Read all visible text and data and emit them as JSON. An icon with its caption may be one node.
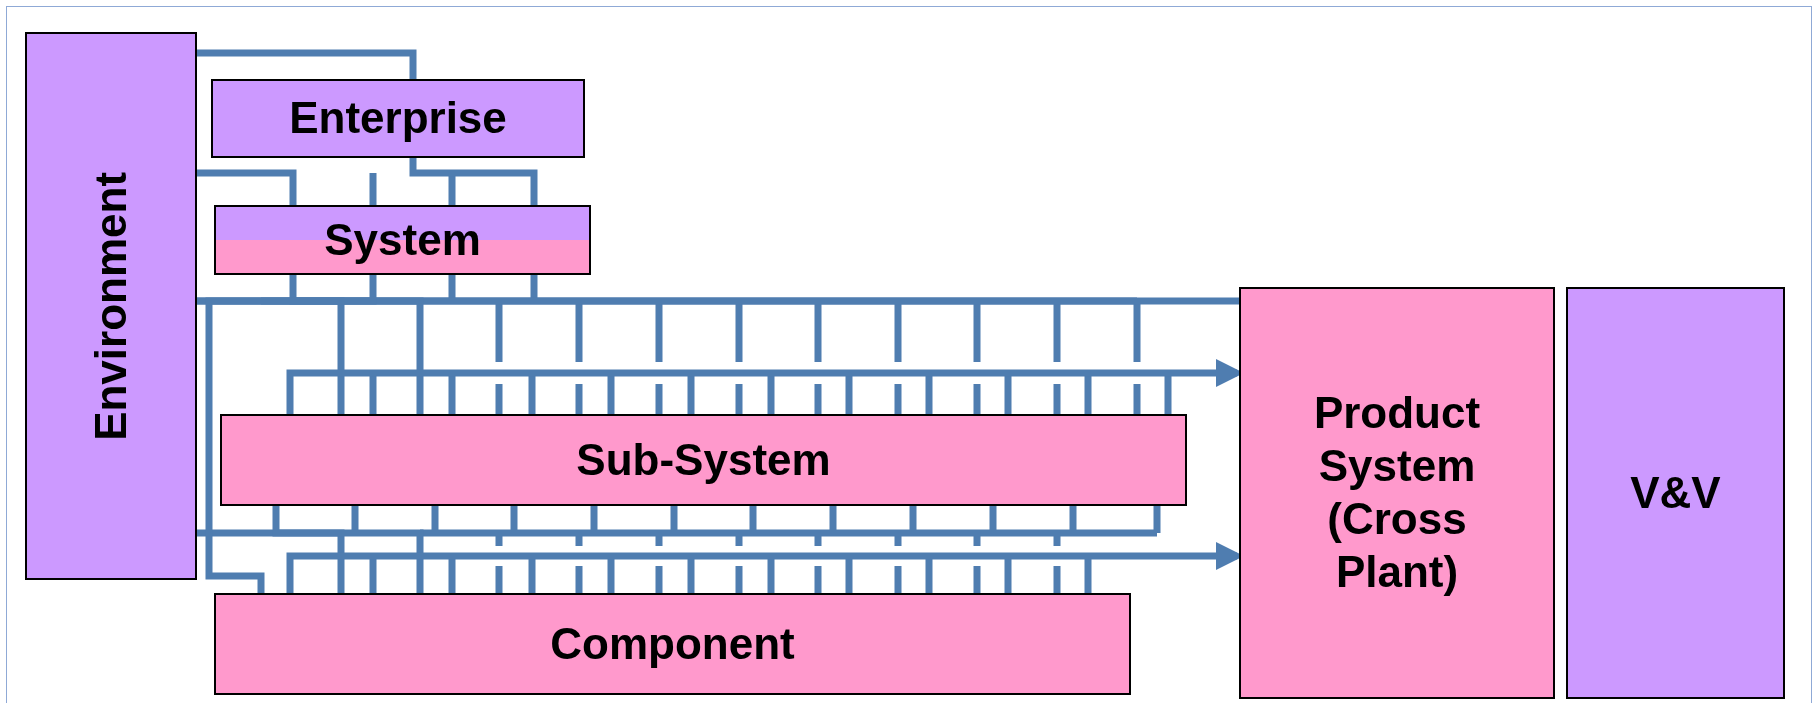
{
  "diagram": {
    "nodes": [
      {
        "text": [
          "Environment"
        ]
      },
      {
        "text": [
          "Enterprise"
        ]
      },
      {
        "text": [
          "System"
        ]
      },
      {
        "text": [
          "Sub-System"
        ]
      },
      {
        "text": [
          "Component"
        ]
      },
      {
        "text": [
          "Product System (Cross Plant)"
        ]
      },
      {
        "text": [
          "V&V"
        ]
      }
    ],
    "edges": [
      {
        "from": 0,
        "to": 1,
        "arrow": "none"
      },
      {
        "from": 0,
        "to": 2,
        "arrow": "none"
      },
      {
        "from": 1,
        "to": 2,
        "arrow": "none"
      },
      {
        "from": 0,
        "to": 5,
        "arrow": "none"
      },
      {
        "from": 2,
        "to": 3,
        "arrow": "none"
      },
      {
        "from": 0,
        "to": 3,
        "arrow": "none"
      },
      {
        "from": 3,
        "to": 5,
        "arrow": "to"
      },
      {
        "from": 0,
        "to": 4,
        "arrow": "none"
      },
      {
        "from": 3,
        "to": 4,
        "arrow": "none"
      },
      {
        "from": 4,
        "to": 5,
        "arrow": "to"
      },
      {
        "from": 2,
        "to": 4,
        "arrow": "none"
      }
    ]
  }
}
